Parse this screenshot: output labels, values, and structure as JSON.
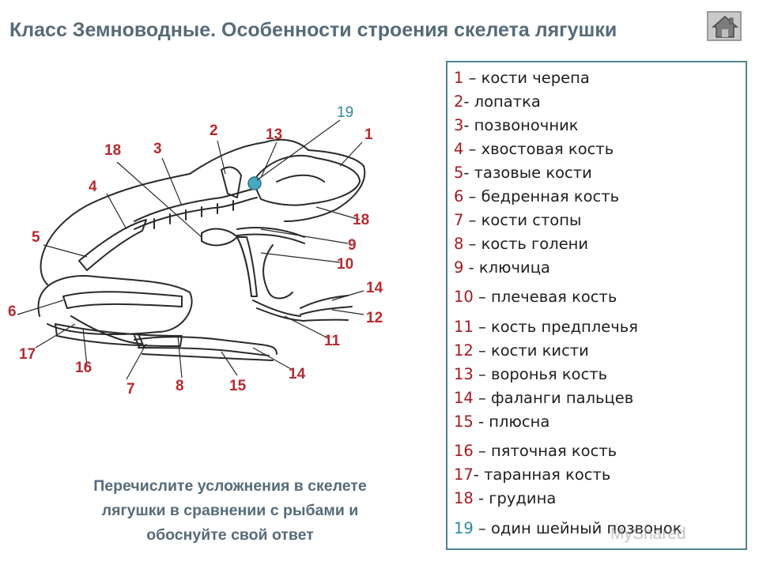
{
  "header": {
    "title": "Класс Земноводные. Особенности строения скелета лягушки",
    "home_icon": "home-icon"
  },
  "diagram": {
    "labels": [
      "19",
      "2",
      "13",
      "1",
      "18",
      "3",
      "4",
      "18",
      "5",
      "9",
      "10",
      "14",
      "6",
      "12",
      "11",
      "17",
      "16",
      "14",
      "7",
      "8",
      "15"
    ]
  },
  "legend": {
    "items": [
      {
        "num": "1",
        "text": " – кости черепа"
      },
      {
        "num": "2",
        "text": "- лопатка"
      },
      {
        "num": "3",
        "text": "- позвоночник"
      },
      {
        "num": "4",
        "text": " – хвостовая кость"
      },
      {
        "num": "5",
        "text": "- тазовые кости"
      },
      {
        "num": "6",
        "text": " – бедренная кость"
      },
      {
        "num": "7",
        "text": " – кости стопы"
      },
      {
        "num": "8",
        "text": " – кость голени"
      },
      {
        "num": "9",
        "text": " - ключица"
      },
      {
        "num": "10",
        "text": " – плечевая кость"
      },
      {
        "num": "11",
        "text": " – кость предплечья"
      },
      {
        "num": "12",
        "text": " – кости кисти"
      },
      {
        "num": "13",
        "text": " – воронья кость"
      },
      {
        "num": "14",
        "text": " – фаланги пальцев"
      },
      {
        "num": "15",
        "text": " - плюсна"
      },
      {
        "num": "16",
        "text": " – пяточная кость"
      },
      {
        "num": "17",
        "text": "- таранная кость"
      },
      {
        "num": "18",
        "text": " - грудина"
      },
      {
        "num": "19",
        "text": " – один шейный позвонок"
      }
    ]
  },
  "question": {
    "line1": "Перечислите усложнения в скелете",
    "line2": "лягушки  в сравнении с рыбами и",
    "line3": "обоснуйте свой ответ"
  },
  "watermark": "MyShared",
  "colors": {
    "title": "#566b79",
    "numbers": "#b72a2f",
    "teal": "#2b8a9b",
    "border": "#4f8590"
  }
}
